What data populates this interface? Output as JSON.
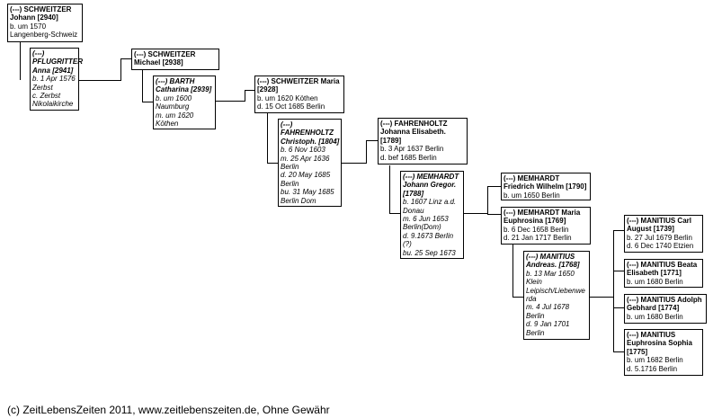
{
  "persons": {
    "p1": {
      "name": "(---) SCHWEITZER",
      "name2": "Johann [2940]",
      "lines": [
        "b. um 1570",
        "Langenberg-Schweiz"
      ]
    },
    "p2": {
      "name": "(---)",
      "name2": "PFLUGRITTER",
      "name3": "Anna [2941]",
      "lines": [
        "b. 1 Apr 1576",
        "Zerbst",
        "c.  Zerbst",
        "Nikolaikirche"
      ]
    },
    "p3": {
      "name": "(---) SCHWEITZER",
      "name2": "Michael [2938]",
      "lines": []
    },
    "p4": {
      "name": "(---) BARTH",
      "name2": "Catharina [2939]",
      "lines": [
        "b. um 1600",
        "Naumburg",
        "m. um 1620",
        "Köthen"
      ]
    },
    "p5": {
      "name": "(---) SCHWEITZER Maria",
      "name2": "[2928]",
      "lines": [
        "b. um 1620 Köthen",
        "d. 15 Oct 1685 Berlin"
      ]
    },
    "p6": {
      "name": "(---)",
      "name2": "FAHRENHOLTZ",
      "name3": "Christoph. [1804]",
      "lines": [
        "b. 6 Nov 1603",
        "m. 25 Apr 1636",
        "Berlin",
        "d. 20 May 1685",
        "Berlin",
        "bu. 31 May 1685",
        "Berlin Dom"
      ]
    },
    "p7": {
      "name": "(---) FAHRENHOLTZ",
      "name2": "Johanna Elisabeth.",
      "name3": "[1789]",
      "lines": [
        "b. 3 Apr 1637 Berlin",
        "d. bef 1685 Berlin"
      ]
    },
    "p8": {
      "name": "(---) MEMHARDT",
      "name2": "Johann Gregor.",
      "name3": "[1788]",
      "lines": [
        "b. 1607 Linz a.d.",
        "Donau",
        "m. 6 Jun 1653",
        "Berlin(Dom)",
        "d. 9.1673 Berlin",
        "(?)",
        "bu. 25 Sep 1673"
      ]
    },
    "p9": {
      "name": "(---) MEMHARDT",
      "name2": "Friedrich Wilhelm [1790]",
      "lines": [
        "b. um 1650 Berlin"
      ]
    },
    "p10": {
      "name": "(---) MEMHARDT Maria",
      "name2": "Euphrosina [1769]",
      "lines": [
        "b. 6 Dec 1658 Berlin",
        "d. 21 Jan 1717 Berlin"
      ]
    },
    "p11": {
      "name": "(---) MANITIUS",
      "name2": "Andreas. [1768]",
      "lines": [
        "b. 13 Mar 1650",
        "Klein",
        "Leipisch/Liebenwe",
        "rda",
        "m. 4 Jul 1678",
        "Berlin",
        "d. 9 Jan 1701",
        "Berlin"
      ]
    },
    "p12": {
      "name": "(---) MANITIUS Carl",
      "name2": "August [1739]",
      "lines": [
        "b. 27 Jul 1679 Berlin",
        "d. 6 Dec 1740 Etzien"
      ]
    },
    "p13": {
      "name": "(---) MANITIUS Beata",
      "name2": "Elisabeth [1771]",
      "lines": [
        "b. um 1680 Berlin"
      ]
    },
    "p14": {
      "name": "(---) MANITIUS Adolph",
      "name2": "Gebhard [1774]",
      "lines": [
        "b. um 1680 Berlin"
      ]
    },
    "p15": {
      "name": "(---) MANITIUS",
      "name2": "Euphrosina Sophia",
      "name3": "[1775]",
      "lines": [
        "b. um 1682 Berlin",
        "d. 5.1716 Berlin"
      ]
    }
  },
  "footer": "(c) ZeitLebensZeiten 2011, www.zeitlebenszeiten.de, Ohne Gewähr"
}
